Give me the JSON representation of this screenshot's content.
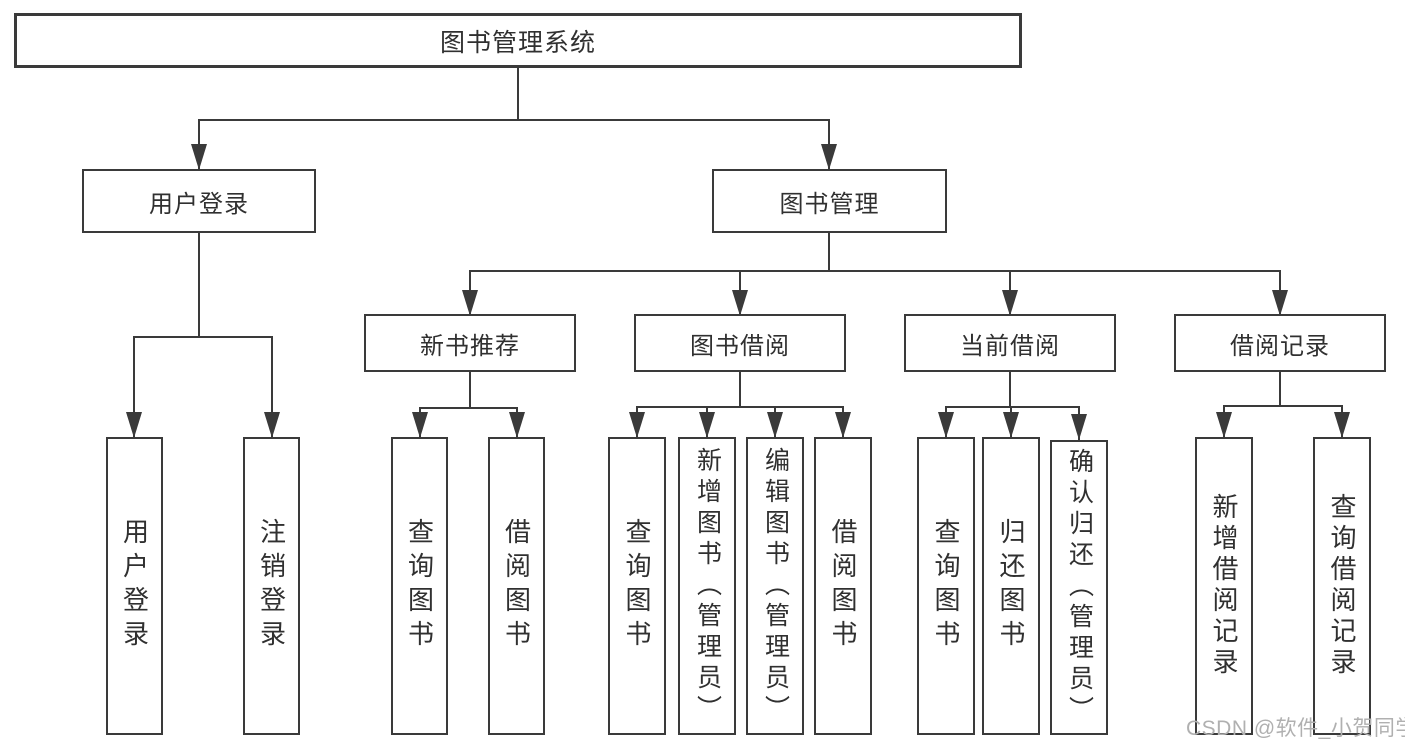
{
  "diagram": {
    "root": {
      "label": "图书管理系统"
    },
    "level2": [
      {
        "label": "用户登录"
      },
      {
        "label": "图书管理"
      }
    ],
    "level3": [
      {
        "label": "新书推荐"
      },
      {
        "label": "图书借阅"
      },
      {
        "label": "当前借阅"
      },
      {
        "label": "借阅记录"
      }
    ],
    "leaves": {
      "user_login": [
        {
          "label": "用户登录"
        },
        {
          "label": "注销登录"
        }
      ],
      "new_book": [
        {
          "label": "查询图书"
        },
        {
          "label": "借阅图书"
        }
      ],
      "book_borrow": [
        {
          "label": "查询图书"
        },
        {
          "label": "新增图书（管理员）"
        },
        {
          "label": "编辑图书（管理员）"
        },
        {
          "label": "借阅图书"
        }
      ],
      "current_borrow": [
        {
          "label": "查询图书"
        },
        {
          "label": "归还图书"
        },
        {
          "label": "确认归还（管理员）"
        }
      ],
      "records": [
        {
          "label": "新增借阅记录"
        },
        {
          "label": "查询借阅记录"
        }
      ]
    }
  },
  "watermark": {
    "text": "CSDN @软件_小贺同学"
  },
  "colors": {
    "line": "#3a3a3a",
    "text": "#303030",
    "background": "#ffffff",
    "watermark": "#b0b0b0"
  }
}
